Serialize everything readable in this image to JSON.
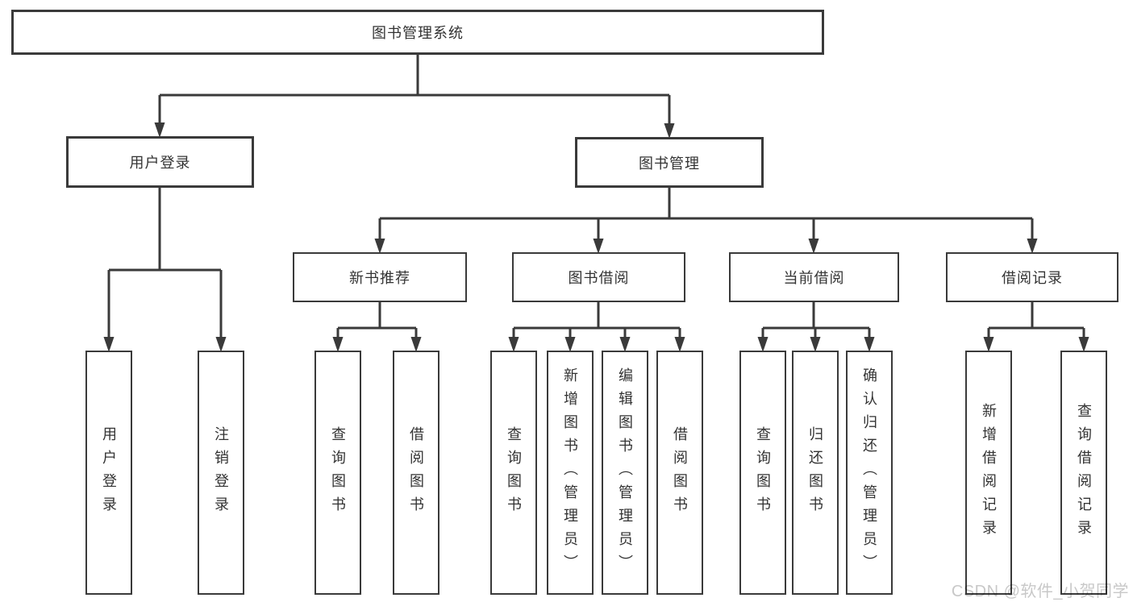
{
  "diagram": {
    "root": "图书管理系统",
    "level2": [
      "用户登录",
      "图书管理"
    ],
    "level3": [
      "新书推荐",
      "图书借阅",
      "当前借阅",
      "借阅记录"
    ],
    "leaves_user_login": [
      "用户登录",
      "注销登录"
    ],
    "leaves_new_book": [
      "查询图书",
      "借阅图书"
    ],
    "leaves_book_borrow": [
      "查询图书",
      "新增图书（管理员）",
      "编辑图书（管理员）",
      "借阅图书"
    ],
    "leaves_current_borrow": [
      "查询图书",
      "归还图书",
      "确认归还（管理员）"
    ],
    "leaves_borrow_record": [
      "新增借阅记录",
      "查询借阅记录"
    ]
  },
  "watermark": "CSDN @软件_小贺同学",
  "colors": {
    "line": "#3a3a3a",
    "box_border": "#3a3a3a",
    "text": "#333333",
    "watermark": "#c8c8c8",
    "background": "#ffffff"
  }
}
